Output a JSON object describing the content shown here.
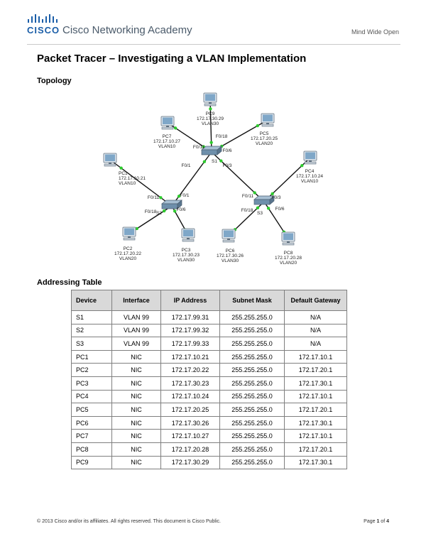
{
  "header": {
    "logo_text": "CISCO",
    "academy": "Cisco Networking Academy",
    "tagline": "Mind Wide Open"
  },
  "document": {
    "title": "Packet Tracer – Investigating a VLAN Implementation",
    "topology_heading": "Topology",
    "addressing_heading": "Addressing Table"
  },
  "topology": {
    "switches": [
      {
        "name": "S1"
      },
      {
        "name": "S2"
      },
      {
        "name": "S3"
      }
    ],
    "pcs": [
      {
        "name": "PC1",
        "ip": "172.17.10.21",
        "vlan": "VLAN10"
      },
      {
        "name": "PC2",
        "ip": "172.17.20.22",
        "vlan": "VLAN20"
      },
      {
        "name": "PC3",
        "ip": "172.17.30.23",
        "vlan": "VLAN30"
      },
      {
        "name": "PC4",
        "ip": "172.17.10.24",
        "vlan": "VLAN10"
      },
      {
        "name": "PC5",
        "ip": "172.17.20.25",
        "vlan": "VLAN20"
      },
      {
        "name": "PC6",
        "ip": "172.17.30.26",
        "vlan": "VLAN30"
      },
      {
        "name": "PC7",
        "ip": "172.17.10.27",
        "vlan": "VLAN10"
      },
      {
        "name": "PC8",
        "ip": "172.17.20.28",
        "vlan": "VLAN20"
      },
      {
        "name": "PC9",
        "ip": "172.17.30.29",
        "vlan": "VLAN30"
      }
    ],
    "ports": [
      "F0/11",
      "F0/18",
      "F0/6",
      "F0/1",
      "F0/3",
      "F0/11",
      "F0/18",
      "F0/1",
      "F0/6",
      "F0/11",
      "F0/18",
      "F0/3",
      "F0/6"
    ]
  },
  "addressing_table": {
    "headers": [
      "Device",
      "Interface",
      "IP Address",
      "Subnet Mask",
      "Default Gateway"
    ],
    "rows": [
      [
        "S1",
        "VLAN 99",
        "172.17.99.31",
        "255.255.255.0",
        "N/A"
      ],
      [
        "S2",
        "VLAN 99",
        "172.17.99.32",
        "255.255.255.0",
        "N/A"
      ],
      [
        "S3",
        "VLAN 99",
        "172.17.99.33",
        "255.255.255.0",
        "N/A"
      ],
      [
        "PC1",
        "NIC",
        "172.17.10.21",
        "255.255.255.0",
        "172.17.10.1"
      ],
      [
        "PC2",
        "NIC",
        "172.17.20.22",
        "255.255.255.0",
        "172.17.20.1"
      ],
      [
        "PC3",
        "NIC",
        "172.17.30.23",
        "255.255.255.0",
        "172.17.30.1"
      ],
      [
        "PC4",
        "NIC",
        "172.17.10.24",
        "255.255.255.0",
        "172.17.10.1"
      ],
      [
        "PC5",
        "NIC",
        "172.17.20.25",
        "255.255.255.0",
        "172.17.20.1"
      ],
      [
        "PC6",
        "NIC",
        "172.17.30.26",
        "255.255.255.0",
        "172.17.30.1"
      ],
      [
        "PC7",
        "NIC",
        "172.17.10.27",
        "255.255.255.0",
        "172.17.10.1"
      ],
      [
        "PC8",
        "NIC",
        "172.17.20.28",
        "255.255.255.0",
        "172.17.20.1"
      ],
      [
        "PC9",
        "NIC",
        "172.17.30.29",
        "255.255.255.0",
        "172.17.30.1"
      ]
    ]
  },
  "footer": {
    "copyright": "© 2013 Cisco and/or its affiliates. All rights reserved. This document is Cisco Public.",
    "page_prefix": "Page ",
    "page_current": "1",
    "page_of": " of ",
    "page_total": "4"
  },
  "colors": {
    "cisco_blue": "#1b5ea8",
    "link_dot": "#2ecc2e",
    "table_header_bg": "#d9d9d9"
  }
}
